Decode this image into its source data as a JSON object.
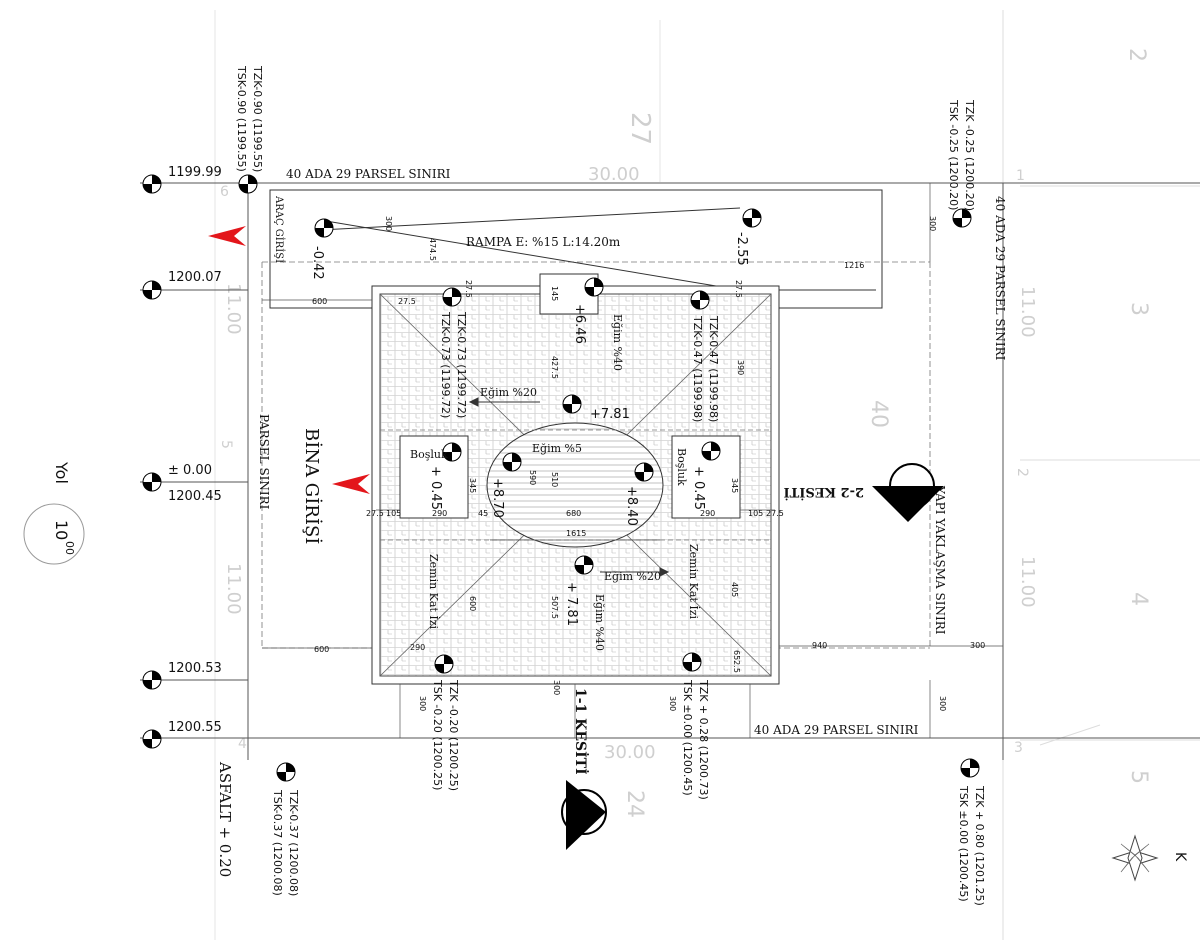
{
  "plan": {
    "road_label": "Yol",
    "road_width": "10",
    "road_width_sup": "00",
    "asphalt": "ASFALT + 0.20",
    "vehicle_entry": "ARAÇ GİRİŞİ",
    "building_entry": "BİNA GİRİŞİ",
    "parcel_edge_left": "PARSEL SINIRI",
    "parcel_top": "40 ADA 29 PARSEL SINIRI",
    "parcel_right": "40 ADA 29 PARSEL SINIRI",
    "parcel_bottom": "40 ADA 29 PARSEL SINIRI",
    "approach_limit": "YAPI YAKLAŞMA SINIRI",
    "ramp": "RAMPA E: %15 L:14.20m",
    "section_1": "1-1 KESİTİ",
    "section_2": "2-2 KESİTİ",
    "ground_floor_trace_1": "Zemin Kat İzi",
    "ground_floor_trace_2": "Zemin Kat İzi",
    "void_left": "Boşluk",
    "void_right": "Boşluk",
    "north": "K"
  },
  "elevations": {
    "e1": "1199.99",
    "e2": "1200.07",
    "e3_top": "± 0.00",
    "e3_bot": "1200.45",
    "e4": "1200.53",
    "e5": "1200.55"
  },
  "corner_levels": {
    "tl_a": "TZK-0.90 (1199.55)",
    "tl_b": "TSK-0.90 (1199.55)",
    "tr_a": "TZK -0.25 (1200.20)",
    "tr_b": "TSK -0.25 (1200.20)",
    "bl_a": "TZK-0.37 (1200.08)",
    "bl_b": "TSK-0.37 (1200.08)",
    "br_a": "TZK + 0.80 (1201.25)",
    "br_b": "TSK ±0.00 (1200.45)",
    "il_a": "TZK-0.73 (1199.72)",
    "il_b": "TZK-0.73 (1199.72)",
    "ir_a": "TZK-0.47 (1199.98)",
    "ir_b": "TZK-0.47 (1199.98)",
    "ibl_a": "TZK -0.20 (1200.25)",
    "ibl_b": "TSK -0.20 (1200.25)",
    "ibr_a": "TZK + 0.28 (1200.73)",
    "ibr_b": "TSK ±0.00 (1200.45)"
  },
  "roof_levels": {
    "ramp_top": "-0.42",
    "ramp_bot": "-2.55",
    "ridge_top": "+6.46",
    "center_top": "+7.81",
    "center_bot": "+ 7.81",
    "void_l": "+ 0.45",
    "void_r": "+ 0.45",
    "dome_l": "+8.70",
    "dome_r": "+8.40"
  },
  "slopes": {
    "s1": "Eğim %40",
    "s2": "Eğim %20",
    "s3": "Eğim %5",
    "s4": "Eğim %20",
    "s5": "Eğim %40"
  },
  "dims": {
    "d300a": "300",
    "d4745": "474.5",
    "d1216": "1216",
    "d600a": "600",
    "d275a": "27.5",
    "d275b": "27.5",
    "d275c": "27.5",
    "d145": "145",
    "d4275": "427.5",
    "d390": "390",
    "d300b": "300",
    "d105l": "105",
    "d275d": "27.5",
    "d290l": "290",
    "d45": "45",
    "d680": "680",
    "d1615": "1615",
    "d510": "510",
    "d590": "590",
    "d290r": "290",
    "d105r": "105",
    "d275e": "27.5",
    "d345l": "345",
    "d345r": "345",
    "d600b": "600",
    "d5075": "507.5",
    "d405": "405",
    "d940": "940",
    "d300c": "300",
    "d290b": "290",
    "d300d": "300",
    "d300e": "300",
    "d6525": "652.5",
    "d300f": "300",
    "d300g": "300",
    "d600c": "600"
  },
  "site_ghost": {
    "n27": "27",
    "n2": "2",
    "n3": "3",
    "n4": "4",
    "n5": "5",
    "n40": "40",
    "n24": "24",
    "w3000a": "30.00",
    "w3000b": "30.00",
    "w1100a": "11.00",
    "w1100b": "11.00",
    "w1100c": "11.00",
    "w1100d": "11.00",
    "c6": "6",
    "c5": "5",
    "c4": "4",
    "c1": "1",
    "c2": "2",
    "c3": "3"
  }
}
